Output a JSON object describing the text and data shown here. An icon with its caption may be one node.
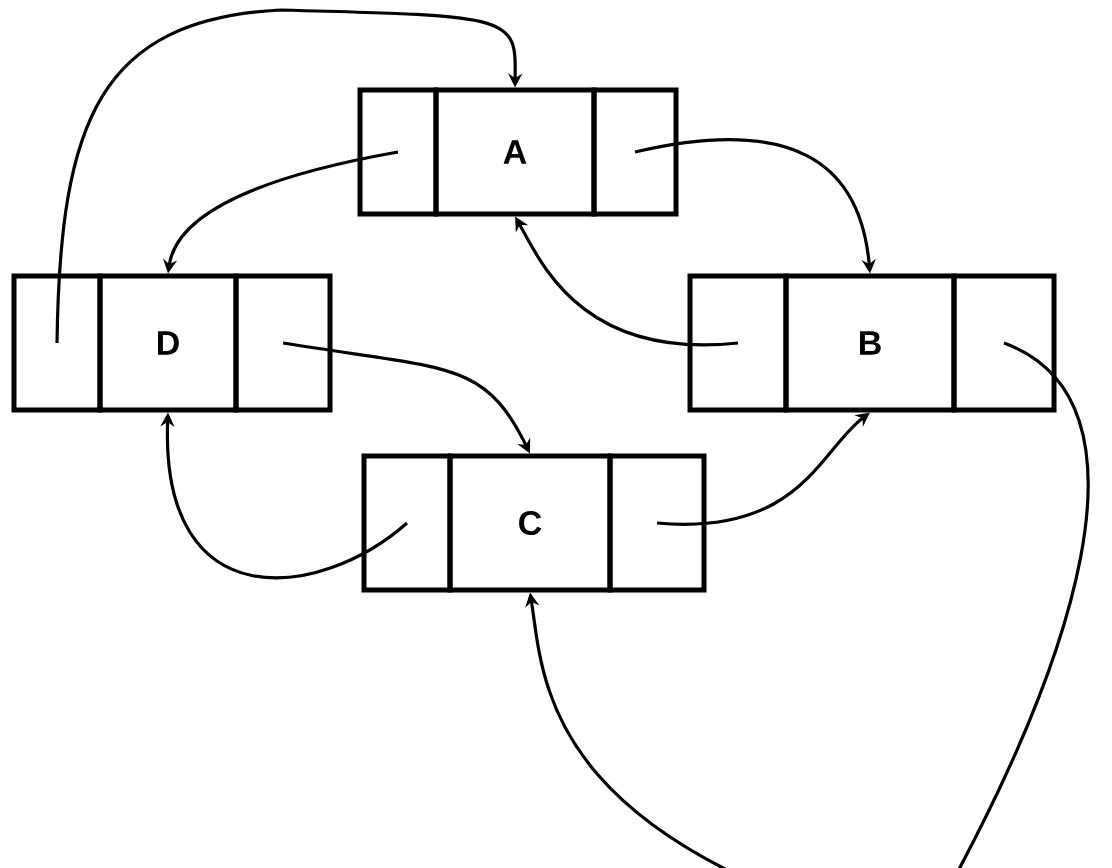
{
  "diagram": {
    "nodes": [
      {
        "text": [],
        "shape": "box"
      },
      {
        "text": [
          "A"
        ]
      },
      {
        "text": [],
        "shape": "box"
      },
      {
        "text": [],
        "shape": "box"
      },
      {
        "text": [
          "D"
        ]
      },
      {
        "text": [],
        "shape": "box"
      },
      {
        "text": [],
        "shape": "box"
      },
      {
        "text": [
          "B"
        ]
      },
      {
        "text": [],
        "shape": "box"
      },
      {
        "text": [],
        "shape": "box"
      },
      {
        "text": [
          "C"
        ]
      },
      {
        "text": [],
        "shape": "box"
      }
    ],
    "edges": [
      {
        "from": 2,
        "to": 7,
        "arrow": "to"
      },
      {
        "from": 6,
        "to": 1,
        "arrow": "to"
      },
      {
        "from": 0,
        "to": 4,
        "arrow": "to"
      },
      {
        "from": 3,
        "to": 1,
        "arrow": "to"
      },
      {
        "from": 5,
        "to": 10,
        "arrow": "to"
      },
      {
        "from": 9,
        "to": 4,
        "arrow": "to"
      },
      {
        "from": 11,
        "to": 7,
        "arrow": "to"
      },
      {
        "from": 8,
        "to": 10,
        "arrow": "to"
      }
    ]
  }
}
